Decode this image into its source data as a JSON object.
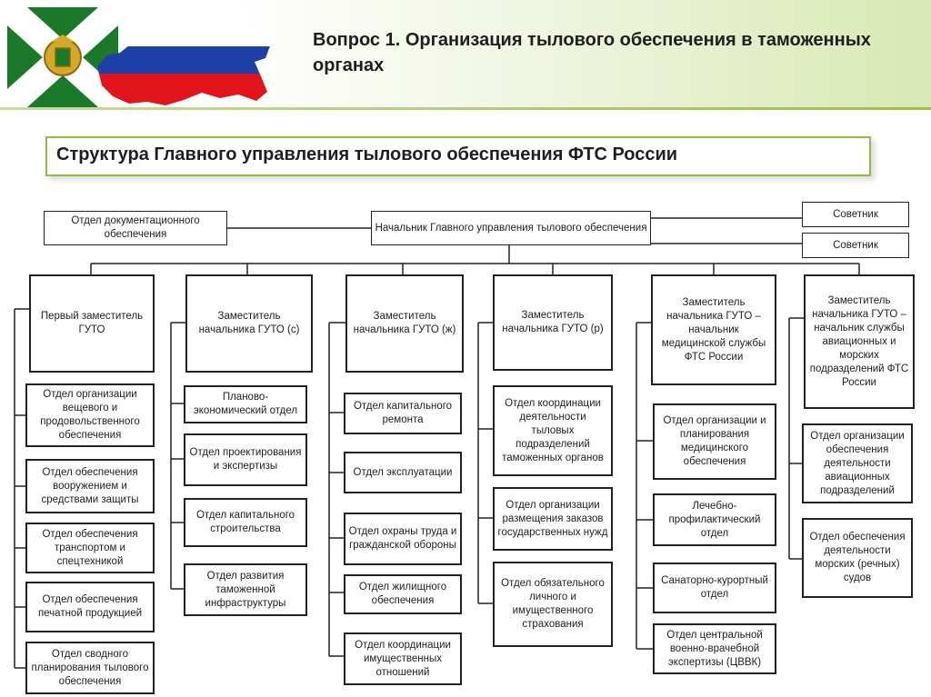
{
  "header": {
    "title": "Вопрос 1. Организация тылового обеспечения в таможенных органах"
  },
  "subtitle": "Структура Главного управления тылового обеспечения ФТС России",
  "colors": {
    "accent": "#8cbf3f",
    "flag_green": "#1b7a2a",
    "flag_white": "#ffffff",
    "russia_white": "#ffffff",
    "russia_blue": "#1c3fa8",
    "russia_red": "#e0141a"
  },
  "icons": [
    "customs-flag-emblem",
    "russia-map-flag"
  ],
  "chart": {
    "doc_dept": "Отдел документационного обеспечения",
    "head": "Начальник Главного управления тылового обеспечения",
    "advisors": [
      "Советник",
      "Советник"
    ],
    "columns": [
      {
        "head": "Первый заместитель ГУТО",
        "depts": [
          "Отдел организации вещевого и продовольственного обеспечения",
          "Отдел обеспечения вооружением и средствами защиты",
          "Отдел обеспечения транспортом и спецтехникой",
          "Отдел обеспечения печатной продукцией",
          "Отдел сводного планирования тылового обеспечения"
        ]
      },
      {
        "head": "Заместитель начальника ГУТО (с)",
        "depts": [
          "Планово-экономический отдел",
          "Отдел проектирования и экспертизы",
          "Отдел капитального строительства",
          "Отдел развития таможенной инфраструктуры"
        ]
      },
      {
        "head": "Заместитель начальника ГУТО (ж)",
        "depts": [
          "Отдел капитального ремонта",
          "Отдел эксплуатации",
          "Отдел охраны труда и гражданской обороны",
          "Отдел жилищного обеспечения",
          "Отдел координации имущественных отношений"
        ]
      },
      {
        "head": "Заместитель начальника ГУТО (р)",
        "depts": [
          "Отдел координации деятельности тыловых подразделений таможенных органов",
          "Отдел организации размещения заказов государственных нужд",
          "Отдел обязательного личного и имущественного страхования"
        ]
      },
      {
        "head": "Заместитель начальника ГУТО – начальник медицинской службы ФТС России",
        "depts": [
          "Отдел организации и планирования медицинского обеспечения",
          "Лечебно-профилактический отдел",
          "Санаторно-курортный отдел",
          "Отдел центральной военно-врачебной экспертизы (ЦВВК)"
        ]
      },
      {
        "head": "Заместитель начальника ГУТО – начальник службы авиационных и морских подразделений ФТС России",
        "depts": [
          "Отдел организации обеспечения деятельности авиационных подразделений",
          "Отдел обеспечения деятельности морских (речных) судов"
        ]
      }
    ]
  }
}
